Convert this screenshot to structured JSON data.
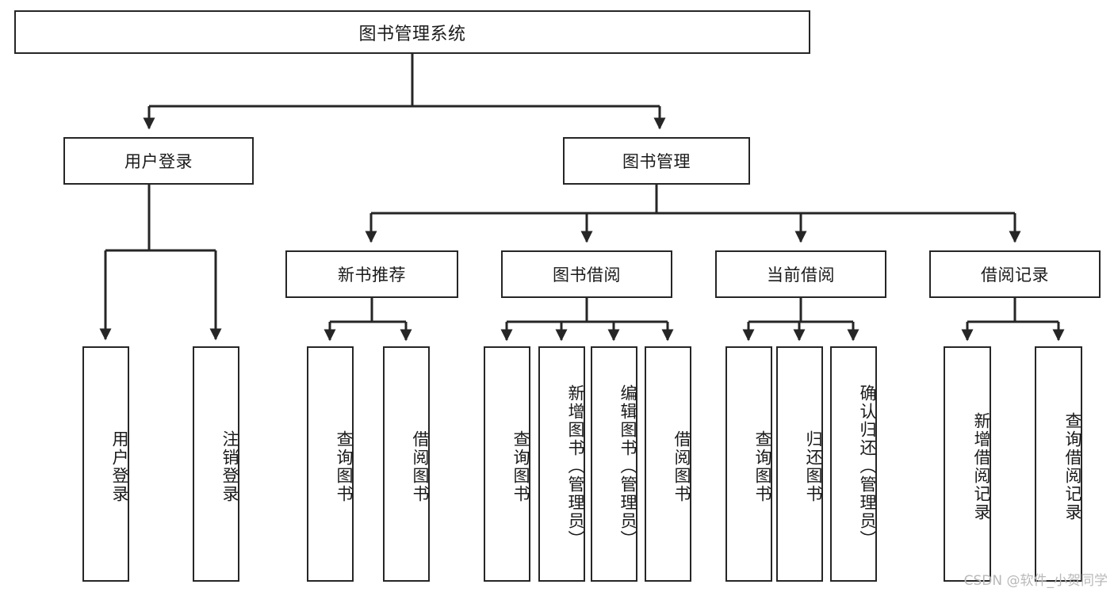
{
  "diagram": {
    "type": "tree",
    "title": "图书管理系统",
    "watermark": "CSDN @软件_小贺同学",
    "colors": {
      "stroke": "#262626",
      "fill": "#ffffff",
      "text": "#1a1a1a",
      "watermark": "#b9b9b9"
    },
    "nodes": {
      "root": {
        "label": "图书管理系统"
      },
      "tier2": [
        {
          "id": "user-login",
          "label": "用户登录"
        },
        {
          "id": "book-manage",
          "label": "图书管理"
        }
      ],
      "tier3": [
        {
          "id": "new-book-recommend",
          "label": "新书推荐"
        },
        {
          "id": "book-borrow",
          "label": "图书借阅"
        },
        {
          "id": "current-borrow",
          "label": "当前借阅"
        },
        {
          "id": "borrow-record",
          "label": "借阅记录"
        }
      ],
      "leaves": {
        "user-login": [
          {
            "id": "leaf-user-login",
            "label": "用户登录"
          },
          {
            "id": "leaf-logout-login",
            "label": "注销登录"
          }
        ],
        "new-book-recommend": [
          {
            "id": "leaf-query-book-1",
            "label": "查询图书"
          },
          {
            "id": "leaf-borrow-book-1",
            "label": "借阅图书"
          }
        ],
        "book-borrow": [
          {
            "id": "leaf-query-book-2",
            "label": "查询图书"
          },
          {
            "id": "leaf-add-book",
            "label": "新增图书（管理员）"
          },
          {
            "id": "leaf-edit-book",
            "label": "编辑图书（管理员）"
          },
          {
            "id": "leaf-borrow-book-2",
            "label": "借阅图书"
          }
        ],
        "current-borrow": [
          {
            "id": "leaf-query-book-3",
            "label": "查询图书"
          },
          {
            "id": "leaf-return-book",
            "label": "归还图书"
          },
          {
            "id": "leaf-confirm-return",
            "label": "确认归还（管理员）"
          }
        ],
        "borrow-record": [
          {
            "id": "leaf-add-record",
            "label": "新增借阅记录"
          },
          {
            "id": "leaf-query-record",
            "label": "查询借阅记录"
          }
        ]
      }
    }
  }
}
